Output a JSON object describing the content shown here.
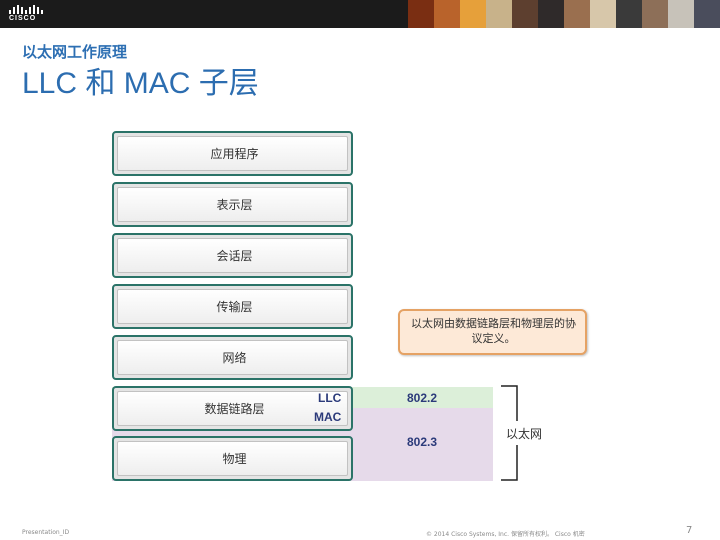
{
  "header": {
    "brand": "CISCO",
    "logo_icon": "cisco-bridge-icon",
    "photo_colors": [
      "#7a2e12",
      "#b9632b",
      "#e6a03a",
      "#c8b28a",
      "#5d3f2f",
      "#2f2a2a",
      "#9a6f4f",
      "#d7c7aa",
      "#3a3a3a",
      "#8d6f58",
      "#c7c2b9",
      "#4a4d5c"
    ]
  },
  "slide": {
    "subtitle": "以太网工作原理",
    "title": "LLC 和 MAC 子层"
  },
  "osi_layers": [
    {
      "label": "应用程序"
    },
    {
      "label": "表示层"
    },
    {
      "label": "会话层"
    },
    {
      "label": "传输层"
    },
    {
      "label": "网络"
    },
    {
      "label": "数据链路层"
    },
    {
      "label": "物理"
    }
  ],
  "sublayers": {
    "llc_label": "LLC",
    "mac_label": "MAC",
    "llc_standard": "802.2",
    "mac_standard": "802.3",
    "llc_color": "#dcefd9",
    "mac_color": "#e6daea"
  },
  "callout": {
    "text": "以太网由数据链路层和物理层的协议定义。"
  },
  "bracket_label": "以太网",
  "footer": {
    "presentation_id": "Presentation_ID",
    "copyright": "© 2014 Cisco Systems, Inc. 保留所有权利。 Cisco 机密",
    "page_number": "7"
  }
}
